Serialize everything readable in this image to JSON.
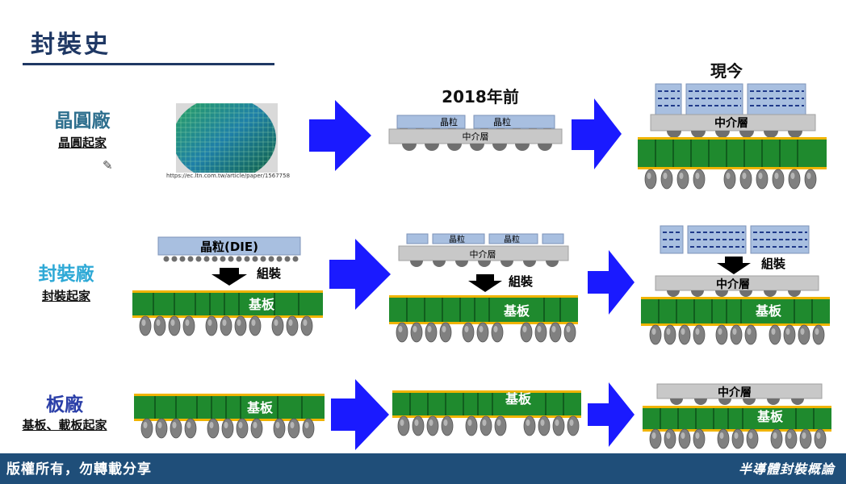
{
  "title": "封裝史",
  "row_labels": [
    {
      "main": "晶圓廠",
      "sub": "晶圓起家",
      "color": "#2e6f8e"
    },
    {
      "main": "封裝廠",
      "sub": "封裝起家",
      "color": "#2ea9d6"
    },
    {
      "main": "板廠",
      "sub": "基板、載板起家",
      "color": "#2b3fa8"
    }
  ],
  "column_headers": {
    "before_2018": "2018年前",
    "today": "現今"
  },
  "wafer_caption": "https://ec.ltn.com.tw/article/paper/1567758",
  "labels": {
    "die": "晶粒",
    "die_full": "晶粒(DIE)",
    "interposer": "中介層",
    "substrate": "基板",
    "assembly": "組裝"
  },
  "footer": {
    "left": "版權所有，勿轉載分享",
    "right": "半導體封裝概論"
  },
  "colors": {
    "title": "#1f3864",
    "footer_bg": "#1f4e79",
    "arrow": "#1a1aff",
    "substrate_green": "#1f8a2e",
    "substrate_edge": "#f0b400",
    "interposer_gray": "#c8c8c8",
    "die_blue": "#a8bfe0",
    "ball_gray": "#777777"
  },
  "icons": {
    "pencil": "pencil-icon"
  }
}
